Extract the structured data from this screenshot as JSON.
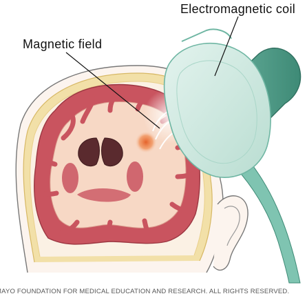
{
  "labels": {
    "coil": "Electromagnetic coil",
    "field": "Magnetic field"
  },
  "copyright": "MAYO FOUNDATION FOR MEDICAL EDUCATION AND RESEARCH. ALL RIGHTS RESERVED.",
  "colors": {
    "cortex": "#c9545f",
    "white_matter": "#f7d8c5",
    "skull": "#f2e0a8",
    "coil_body": "#cfe8df",
    "coil_handle": "#4f9c88",
    "stimulation_spot": "#e5622a",
    "outline": "#333333"
  }
}
